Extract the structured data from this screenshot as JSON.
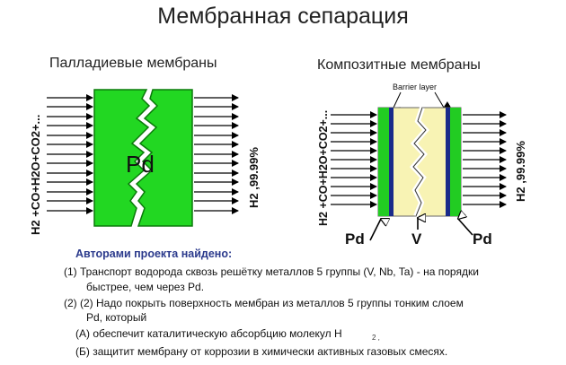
{
  "title": "Мембранная сепарация",
  "left_diagram": {
    "heading": "Палладиевые мембраны",
    "feed_label": "H2 +CO+H2O+CO2+...",
    "membrane_label": "Pd",
    "product_label": "H2 ,99.99%",
    "colors": {
      "membrane": "#22d722",
      "membrane_border": "#0a7a0a"
    }
  },
  "right_diagram": {
    "heading": "Композитные мембраны",
    "barrier_label": "Barrier layer",
    "feed_label": "H2 +CO+H2O+CO2+...",
    "product_label": "H2 ,99.99%",
    "pd_left_label": "Pd",
    "v_label": "V",
    "pd_right_label": "Pd",
    "colors": {
      "pd_layer": "#22cc22",
      "barrier": "#1a2a8a",
      "vanadium": "#f8f3b4"
    }
  },
  "text": {
    "authors": "Авторами проекта найдено:",
    "item1_line1": "(1)  Транспорт водорода сквозь решётку металлов 5 группы (V,    Nb, Ta) - на порядки",
    "item1_line2": "быстрее, чем через Pd.",
    "item2_line1": "(2)  (2) Надо покрыть поверхность мембран из металлов 5 группы тонким слоем",
    "item2_line2": "Pd, который",
    "itemA": "(А) обеспечит каталитическую абсорбцию молекул H",
    "itemA_sub": "2 ,",
    "itemB": "(Б) защитит мембрану от коррозии в химически активных газовых смесях."
  }
}
